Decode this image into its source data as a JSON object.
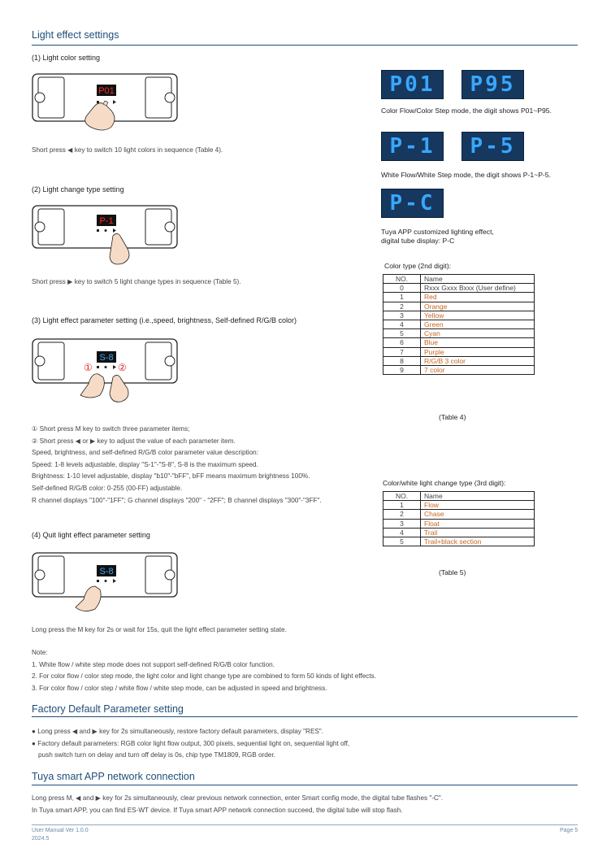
{
  "section1": {
    "title": "Light effect settings",
    "step1_heading": "(1) Light color setting",
    "step1_display": "P01",
    "step1_text": "Short press ◀ key to switch 10 light colors in sequence (Table 4).",
    "step2_heading": "(2) Light change type setting",
    "step2_display": "P-1",
    "step2_text": "Short press ▶ key to switch 5 light change types in sequence (Table 5).",
    "step3_heading": "(3) Light effect parameter setting (i.e.,speed, brightness, Self-defined R/G/B color)",
    "step3_display": "S-8",
    "marker1": "①",
    "marker2": "②",
    "step3_lines": [
      "① Short press M key to switch three parameter items;",
      "② Short press ◀ or ▶ key to adjust the value of each parameter item.",
      "Speed, brightness, and self-defined R/G/B color parameter value description:",
      "Speed: 1-8 levels adjustable, display \"S-1\"-\"S-8\", S-8 is the maximum speed.",
      "Brightness: 1-10 level adjustable, display \"b10\"-\"bFF\", bFF means maximum brightness 100%.",
      "Self-defined R/G/B color: 0-255 (00-FF) adjustable.",
      "R channel displays \"100\"-\"1FF\"; G channel displays \"200\" - \"2FF\"; B channel displays \"300\"-\"3FF\"."
    ],
    "step4_heading": "(4) Quit light effect parameter setting",
    "step4_display": "S-8",
    "step4_text": "Long press the M key for 2s or wait for 15s, quit the light effect parameter setting state.",
    "note_title": "Note:",
    "notes": [
      "1. White flow / white step mode does not support self-defined R/G/B color function.",
      "2. For color flow / color step mode, the light color and light change type are combined to form 50 kinds of light effects.",
      "3. For color flow / color step / white flow / white step mode, can be adjusted in speed and brightness."
    ]
  },
  "displays": {
    "color_a": "P01",
    "color_b": "P95",
    "color_caption": "Color Flow/Color Step mode, the digit shows P01~P95.",
    "white_a": "P-1",
    "white_b": "P-5",
    "white_caption": "White Flow/White Step mode, the digit shows P-1~P-5.",
    "tuya": "P-C",
    "tuya_caption_1": "Tuya APP customized lighting effect,",
    "tuya_caption_2": "digital tube display: P-C"
  },
  "table4": {
    "title": "Color type (2nd digit):",
    "headers": [
      "NO.",
      "Name"
    ],
    "rows": [
      [
        "0",
        "Rxxx Gxxx Bxxx (User define)"
      ],
      [
        "1",
        "Red"
      ],
      [
        "2",
        "Orange"
      ],
      [
        "3",
        "Yellow"
      ],
      [
        "4",
        "Green"
      ],
      [
        "5",
        "Cyan"
      ],
      [
        "6",
        "Blue"
      ],
      [
        "7",
        "Purple"
      ],
      [
        "8",
        "R/G/B 3 color"
      ],
      [
        "9",
        "7 color"
      ]
    ],
    "caption": "(Table 4)"
  },
  "table5": {
    "title": "Color/white light change type (3rd digit):",
    "headers": [
      "NO.",
      "Name"
    ],
    "rows": [
      [
        "1",
        "Flow"
      ],
      [
        "2",
        "Chase"
      ],
      [
        "3",
        "Float"
      ],
      [
        "4",
        "Trail"
      ],
      [
        "5",
        "Trail+black section"
      ]
    ],
    "caption": "(Table 5)"
  },
  "section2": {
    "title": "Factory Default Parameter setting",
    "bullet1": "Long press ◀ and ▶ key for 2s simultaneously, restore factory default parameters, display \"RES\".",
    "bullet2_line1": "Factory default parameters: RGB color light flow output, 300 pixels, sequential light on, sequential light off,",
    "bullet2_line2": "push switch turn on delay and turn off delay is 0s, chip type TM1809, RGB order."
  },
  "section3": {
    "title": "Tuya smart APP network connection",
    "line1": "Long press M, ◀ and ▶ key for 2s simultaneously,  clear previous network connection, enter Smart config mode, the digital tube flashes \"-C\".",
    "line2": "In Tuya smart APP, you can find ES-WT device. If Tuya smart APP network connection succeed, the digital tube will stop flash."
  },
  "footer": {
    "version": "User Manual Ver 1.0.0",
    "date": "2024.5",
    "page": "Page 5"
  },
  "colors": {
    "heading": "#1f4e79",
    "led_bg": "#16375e",
    "led_digit": "#38a7ff",
    "device_digit": "#ff2a2a"
  }
}
